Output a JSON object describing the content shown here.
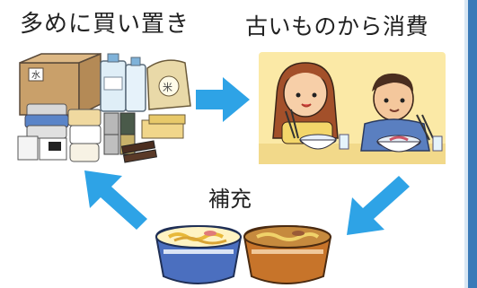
{
  "labels": {
    "stock": "多めに買い置き",
    "consume": "古いものから消費",
    "refill": "補充"
  },
  "colors": {
    "arrow": "#2ea3e6",
    "frame_edge": "#3a7ab8",
    "scene_background": "#fbe9a6",
    "cup_blue": "#4b6fbf",
    "cup_orange": "#c7742a"
  },
  "icons": {
    "stock": "stockpile-of-food-icon",
    "eat": "people-eating-noodles-icon",
    "refill": "instant-noodle-cups-icon"
  }
}
